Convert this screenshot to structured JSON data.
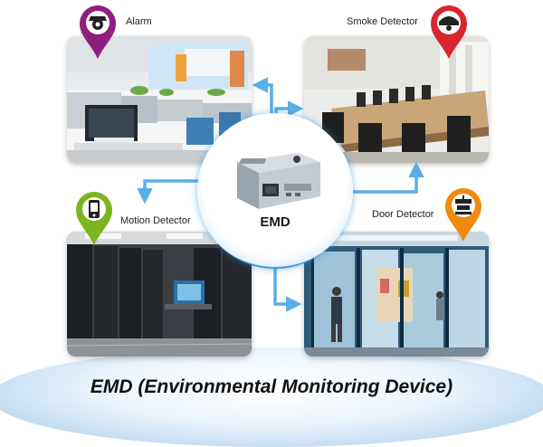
{
  "tiles": {
    "alarm": {
      "label": "Alarm",
      "pin_color": "#8e1f7f",
      "icon": "alarm-camera-icon"
    },
    "smoke": {
      "label": "Smoke Detector",
      "pin_color": "#d8262e",
      "icon": "smoke-detector-icon"
    },
    "motion": {
      "label": "Motion Detector",
      "pin_color": "#7ab51d",
      "icon": "motion-sensor-icon"
    },
    "door": {
      "label": "Door Detector",
      "pin_color": "#ef8a10",
      "icon": "door-sensor-icon"
    }
  },
  "hub": {
    "label": "EMD"
  },
  "caption": "EMD (Environmental Monitoring Device)",
  "colors": {
    "arrow": "#5aaee6",
    "ring": "#1a7cc9"
  }
}
